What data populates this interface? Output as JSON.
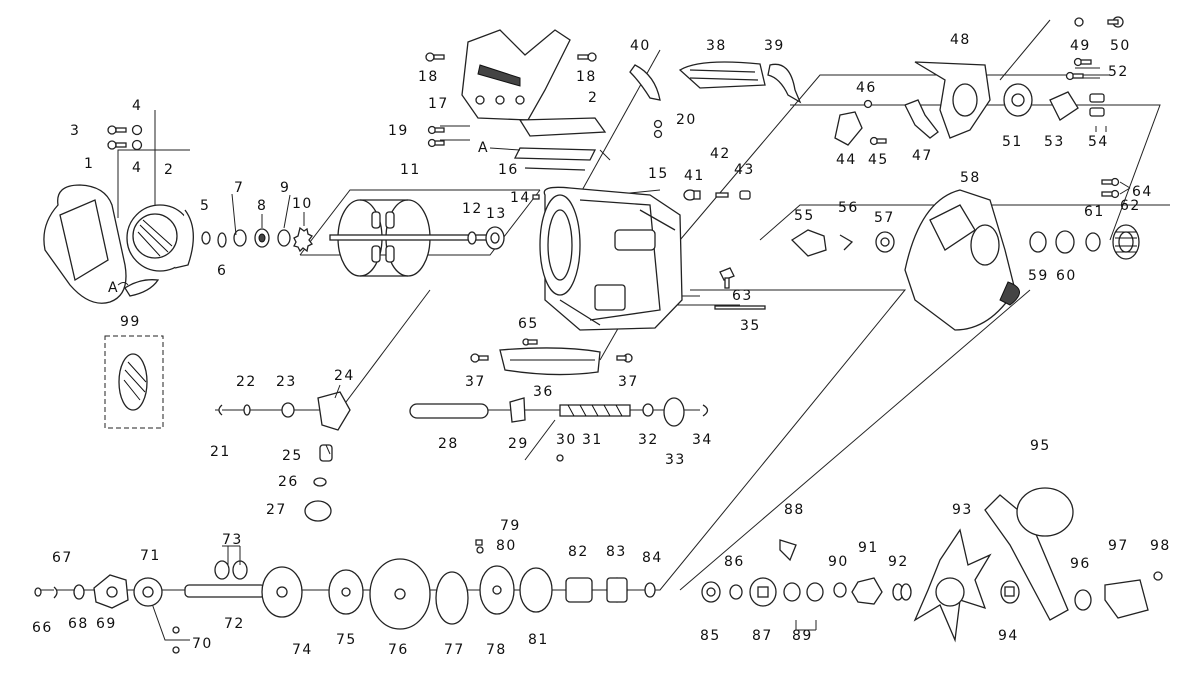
{
  "labels": {
    "p1": "1",
    "p2": "2",
    "p2b": "2",
    "p3": "3",
    "p4a": "4",
    "p4b": "4",
    "p5": "5",
    "p6": "6",
    "p7": "7",
    "p8": "8",
    "p9": "9",
    "p10": "10",
    "p11": "11",
    "p12": "12",
    "p13": "13",
    "p14": "14",
    "p15": "15",
    "p16": "16",
    "p17": "17",
    "p18a": "18",
    "p18b": "18",
    "p19": "19",
    "p20": "20",
    "p21": "21",
    "p22": "22",
    "p23": "23",
    "p24": "24",
    "p25": "25",
    "p26": "26",
    "p27": "27",
    "p28": "28",
    "p29": "29",
    "p30": "30",
    "p31": "31",
    "p32": "32",
    "p33": "33",
    "p34": "34",
    "p35": "35",
    "p36": "36",
    "p37a": "37",
    "p37b": "37",
    "p38": "38",
    "p39": "39",
    "p40": "40",
    "p41": "41",
    "p42": "42",
    "p43": "43",
    "p44": "44",
    "p45": "45",
    "p46": "46",
    "p47": "47",
    "p48": "48",
    "p49": "49",
    "p50": "50",
    "p51": "51",
    "p52": "52",
    "p53": "53",
    "p54": "54",
    "p55": "55",
    "p56": "56",
    "p57": "57",
    "p58": "58",
    "p59": "59",
    "p60": "60",
    "p61": "61",
    "p62": "62",
    "p63": "63",
    "p64": "64",
    "p65": "65",
    "p66": "66",
    "p67": "67",
    "p68": "68",
    "p69": "69",
    "p70": "70",
    "p71": "71",
    "p72": "72",
    "p73": "73",
    "p74": "74",
    "p75": "75",
    "p76": "76",
    "p77": "77",
    "p78": "78",
    "p79": "79",
    "p80": "80",
    "p81": "81",
    "p82": "82",
    "p83": "83",
    "p84": "84",
    "p85": "85",
    "p86": "86",
    "p87": "87",
    "p88": "88",
    "p89": "89",
    "p90": "90",
    "p91": "91",
    "p92": "92",
    "p93": "93",
    "p94": "94",
    "p95": "95",
    "p96": "96",
    "p97": "97",
    "p98": "98",
    "p99": "99",
    "refA1": "A",
    "refA2": "A"
  }
}
